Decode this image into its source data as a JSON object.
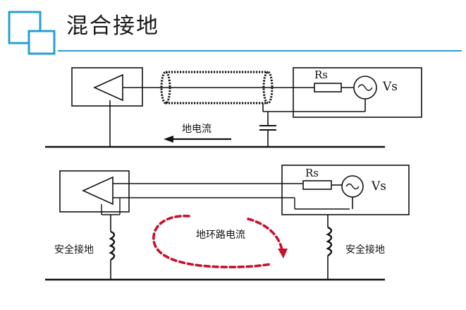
{
  "header": {
    "title": "混合接地"
  },
  "diagram_top": {
    "rs_label": "Rs",
    "vs_label": "Vs",
    "ground_current_label": "地电流"
  },
  "diagram_bottom": {
    "rs_label": "Rs",
    "vs_label": "Vs",
    "loop_current_label": "地环路电流",
    "left_ground_label": "安全接地",
    "right_ground_label": "安全接地"
  },
  "colors": {
    "accent": "#27a0d1",
    "loop_arrow": "#c8102e",
    "line": "#111111"
  }
}
